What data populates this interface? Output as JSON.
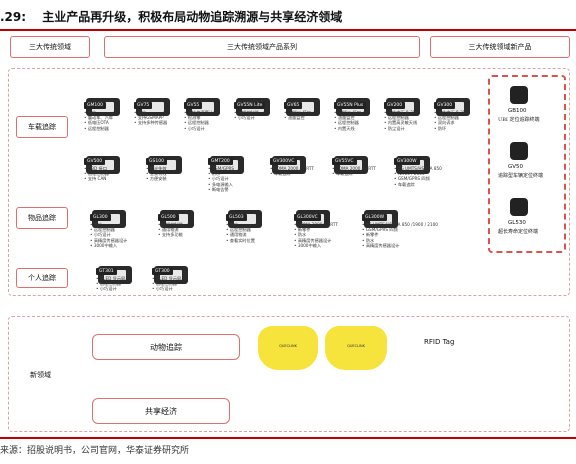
{
  "header": {
    "figure_no": ".29:",
    "title": "主业产品再升级，积极布局动物追踪溯源与共享经济领域"
  },
  "columns": {
    "left": "三大传统领域",
    "middle": "三大传统领域产品系列",
    "right": "三大传统领域新产品"
  },
  "categories": {
    "vehicle": "车载追踪",
    "asset": "物品追踪",
    "personal": "个人追踪",
    "new_field": "新领域"
  },
  "vehicle_row1": [
    {
      "tag": "GM100",
      "features": [
        "防水",
        "震动车、汽车",
        "低电压OTA",
        "远程控制器"
      ]
    },
    {
      "tag": "GV75",
      "features": [
        "防水",
        "支持GSMAPP",
        "支持多种传感器"
      ]
    },
    {
      "tag": "GV55",
      "features": [
        "支持加速度计",
        "检测零",
        "远程控制器",
        "小巧设计"
      ]
    },
    {
      "tag": "GV55N Lite",
      "features": [
        "远程控制器",
        "小巧设计"
      ]
    },
    {
      "tag": "GV65",
      "features": [
        "1-Wire 接口",
        "油量监控"
      ]
    },
    {
      "tag": "GV55N Plus",
      "features": [
        "1-Wire 接口",
        "油量监控",
        "远程控制器",
        "内置天线"
      ]
    },
    {
      "tag": "GV200",
      "features": [
        "工作电压 8-32V",
        "远程控制器",
        "内置高灵敏天线",
        "防尘设计"
      ]
    },
    {
      "tag": "GV300",
      "features": [
        "工作电压 8-32V",
        "远程控制器",
        "双向诉求",
        "防坏"
      ]
    }
  ],
  "vehicle_row2": [
    {
      "tag": "GV500",
      "features": [
        "OBD 接口",
        "远程控制器",
        "支持 CAN"
      ]
    },
    {
      "tag": "GS100",
      "features": [
        "时光失效",
        "全景有线",
        "方便安装"
      ]
    },
    {
      "tag": "GMT200",
      "features": [
        "GSM/GPRS",
        "防水",
        "小巧设计",
        "多电源输入",
        "断电告警"
      ]
    },
    {
      "tag": "GV300VC",
      "features": [
        "CDMA 2000 1x RTT",
        "车载追踪"
      ]
    },
    {
      "tag": "GV55VC",
      "features": [
        "CDMA 2000 1x RTT",
        "车载追踪"
      ]
    },
    {
      "tag": "GV300W",
      "features": [
        "3G UMTS/HSDPA 850",
        "/1900 / 2100",
        "GSM/GPRS 四频",
        "车载追踪"
      ]
    }
  ],
  "asset_row": [
    {
      "tag": "GL300",
      "features": [
        "防水",
        "远程控制器",
        "小巧设计",
        "高精度传感器设计",
        "3000中输入"
      ]
    },
    {
      "tag": "GL500",
      "features": [
        "远程控制器",
        "通用物流",
        "支持多功能"
      ]
    },
    {
      "tag": "GL503",
      "features": [
        "防水",
        "远程控制器",
        "通用物流",
        "查看实时位置"
      ]
    },
    {
      "tag": "GL300VC",
      "features": [
        "CDMA 2000 1x RTT",
        "新零件",
        "防水",
        "高精度传感器设计",
        "3000中输入"
      ]
    },
    {
      "tag": "GL300W",
      "features": [
        "3G UMTS/HSDPA 850 /1900 / 2100",
        "GSM/GPRS 四频",
        "新零件",
        "防水",
        "高精度传感器设计"
      ]
    }
  ],
  "personal_row": [
    {
      "tag": "GT301",
      "features": [
        "OLED 显示屏",
        "远程控制器",
        "小巧设计"
      ]
    },
    {
      "tag": "GT300",
      "features": [
        "OLED 显示屏",
        "远程控制器",
        "小巧设计"
      ]
    }
  ],
  "new_products": [
    {
      "name": "GB100",
      "desc": "UBI 定位追踪终端"
    },
    {
      "name": "GV50",
      "desc": "追踪型车辆定位终端"
    },
    {
      "name": "GL530",
      "desc": "超长寿命定位终端"
    }
  ],
  "new_field_items": {
    "animal": "动物追踪",
    "sharing": "共享经济",
    "rfid": "RFID Tag",
    "tag_text": "QUECLINK"
  },
  "source": "来源：招股说明书，公司官网，华泰证券研究所",
  "colors": {
    "accent_red": "#c00000",
    "border_red": "#e0706e",
    "dashed_red": "#d9534f",
    "tag_yellow": "#f6e33b"
  }
}
